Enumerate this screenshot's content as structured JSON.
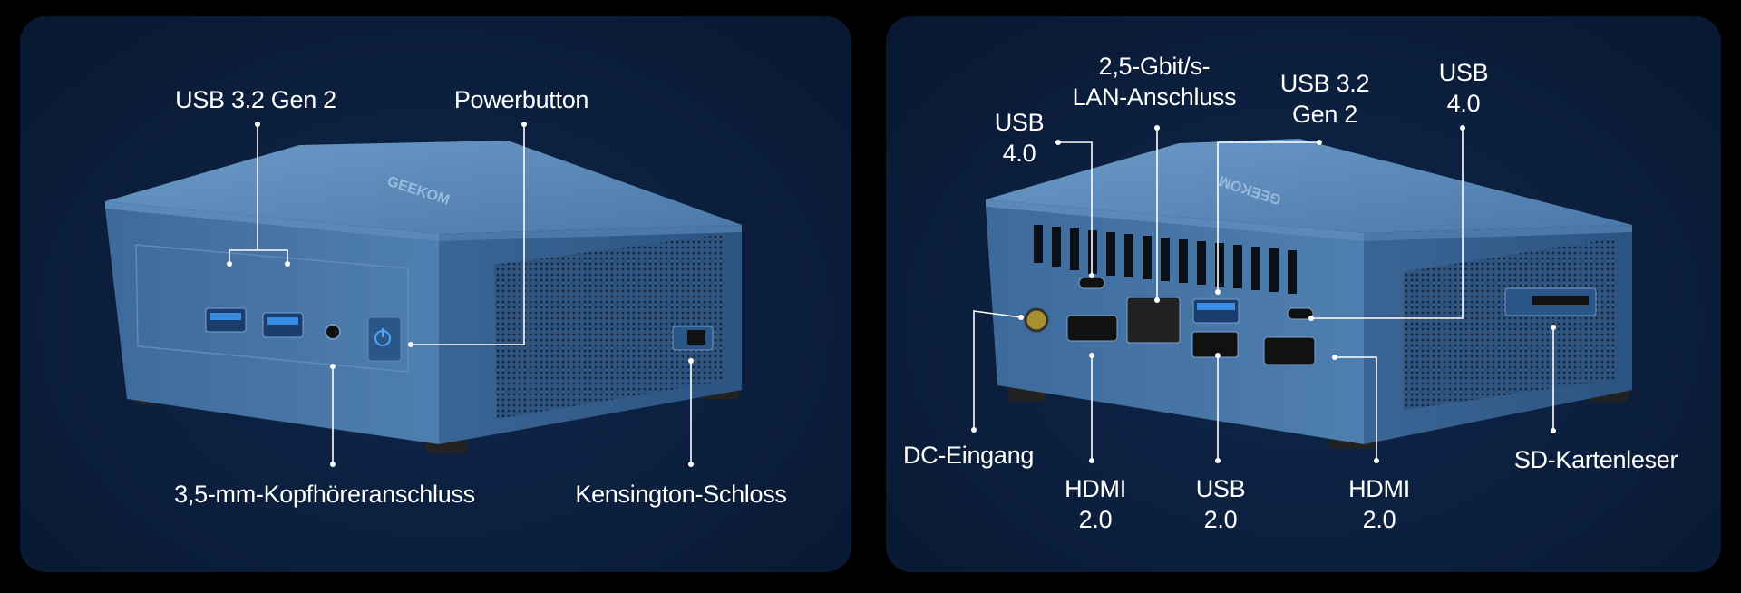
{
  "brand": "GEEKOM",
  "front_panel": {
    "labels": {
      "usb32": "USB 3.2 Gen 2",
      "power": "Powerbutton",
      "audio": "3,5-mm-Kopfhöreranschluss",
      "kensington": "Kensington-Schloss"
    }
  },
  "back_panel": {
    "labels": {
      "usb4_left": [
        "USB",
        "4.0"
      ],
      "lan": [
        "2,5-Gbit/s-",
        "LAN-Anschluss"
      ],
      "usb32": [
        "USB 3.2",
        "Gen 2"
      ],
      "usb4_right": [
        "USB",
        "4.0"
      ],
      "dc": "DC-Eingang",
      "hdmi_left": [
        "HDMI",
        "2.0"
      ],
      "usb2": [
        "USB",
        "2.0"
      ],
      "hdmi_right": [
        "HDMI",
        "2.0"
      ],
      "sd": "SD-Kartenleser"
    }
  },
  "colors": {
    "background": "#0c2040",
    "device": "#3f6d9e",
    "line": "#ffffff"
  }
}
